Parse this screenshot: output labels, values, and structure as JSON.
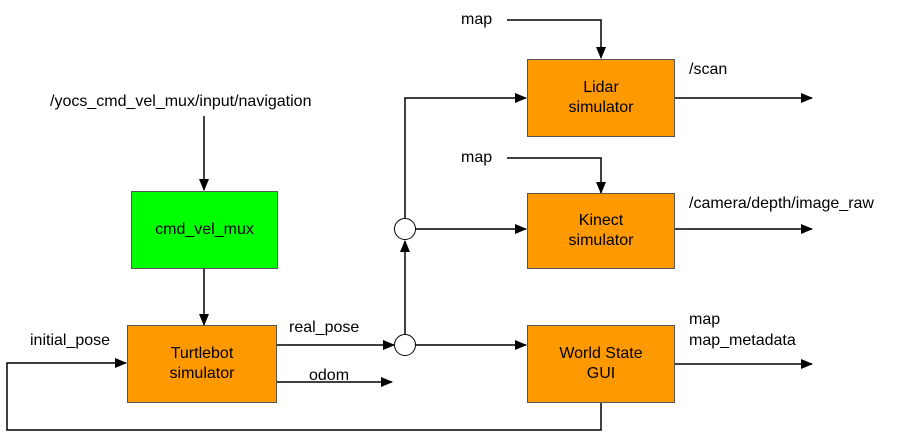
{
  "colors": {
    "process": "#ff9900",
    "mux": "#00ff00",
    "line": "#000000",
    "border": "#555555"
  },
  "nodes": {
    "cmd_vel_mux": "cmd_vel_mux",
    "turtlebot": "Turtlebot\nsimulator",
    "lidar": "Lidar\nsimulator",
    "kinect": "Kinect\nsimulator",
    "world_state": "World State\nGUI"
  },
  "labels": {
    "navigation_topic": "/yocs_cmd_vel_mux/input/navigation",
    "initial_pose": "initial_pose",
    "real_pose": "real_pose",
    "odom": "odom",
    "map_lidar": "map",
    "map_kinect": "map",
    "scan": "/scan",
    "depth_image": "/camera/depth/image_raw",
    "map_out": "map",
    "map_metadata": "map_metadata"
  }
}
